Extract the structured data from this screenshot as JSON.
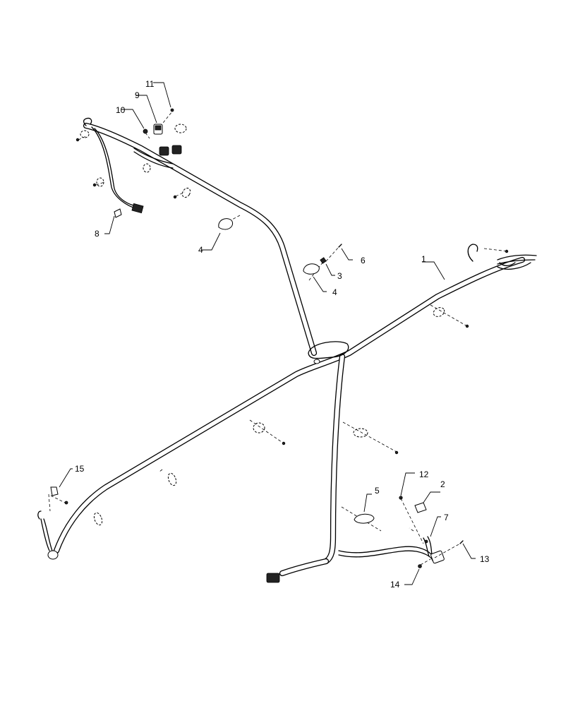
{
  "diagram": {
    "callouts": [
      {
        "id": "c1",
        "label": "1"
      },
      {
        "id": "c2",
        "label": "2"
      },
      {
        "id": "c3",
        "label": "3"
      },
      {
        "id": "c4a",
        "label": "4"
      },
      {
        "id": "c4b",
        "label": "4"
      },
      {
        "id": "c5",
        "label": "5"
      },
      {
        "id": "c6",
        "label": "6"
      },
      {
        "id": "c7",
        "label": "7"
      },
      {
        "id": "c8",
        "label": "8"
      },
      {
        "id": "c9",
        "label": "9"
      },
      {
        "id": "c10",
        "label": "10"
      },
      {
        "id": "c11",
        "label": "11"
      },
      {
        "id": "c12",
        "label": "12"
      },
      {
        "id": "c13",
        "label": "13"
      },
      {
        "id": "c14",
        "label": "14"
      },
      {
        "id": "c15",
        "label": "15"
      }
    ]
  }
}
